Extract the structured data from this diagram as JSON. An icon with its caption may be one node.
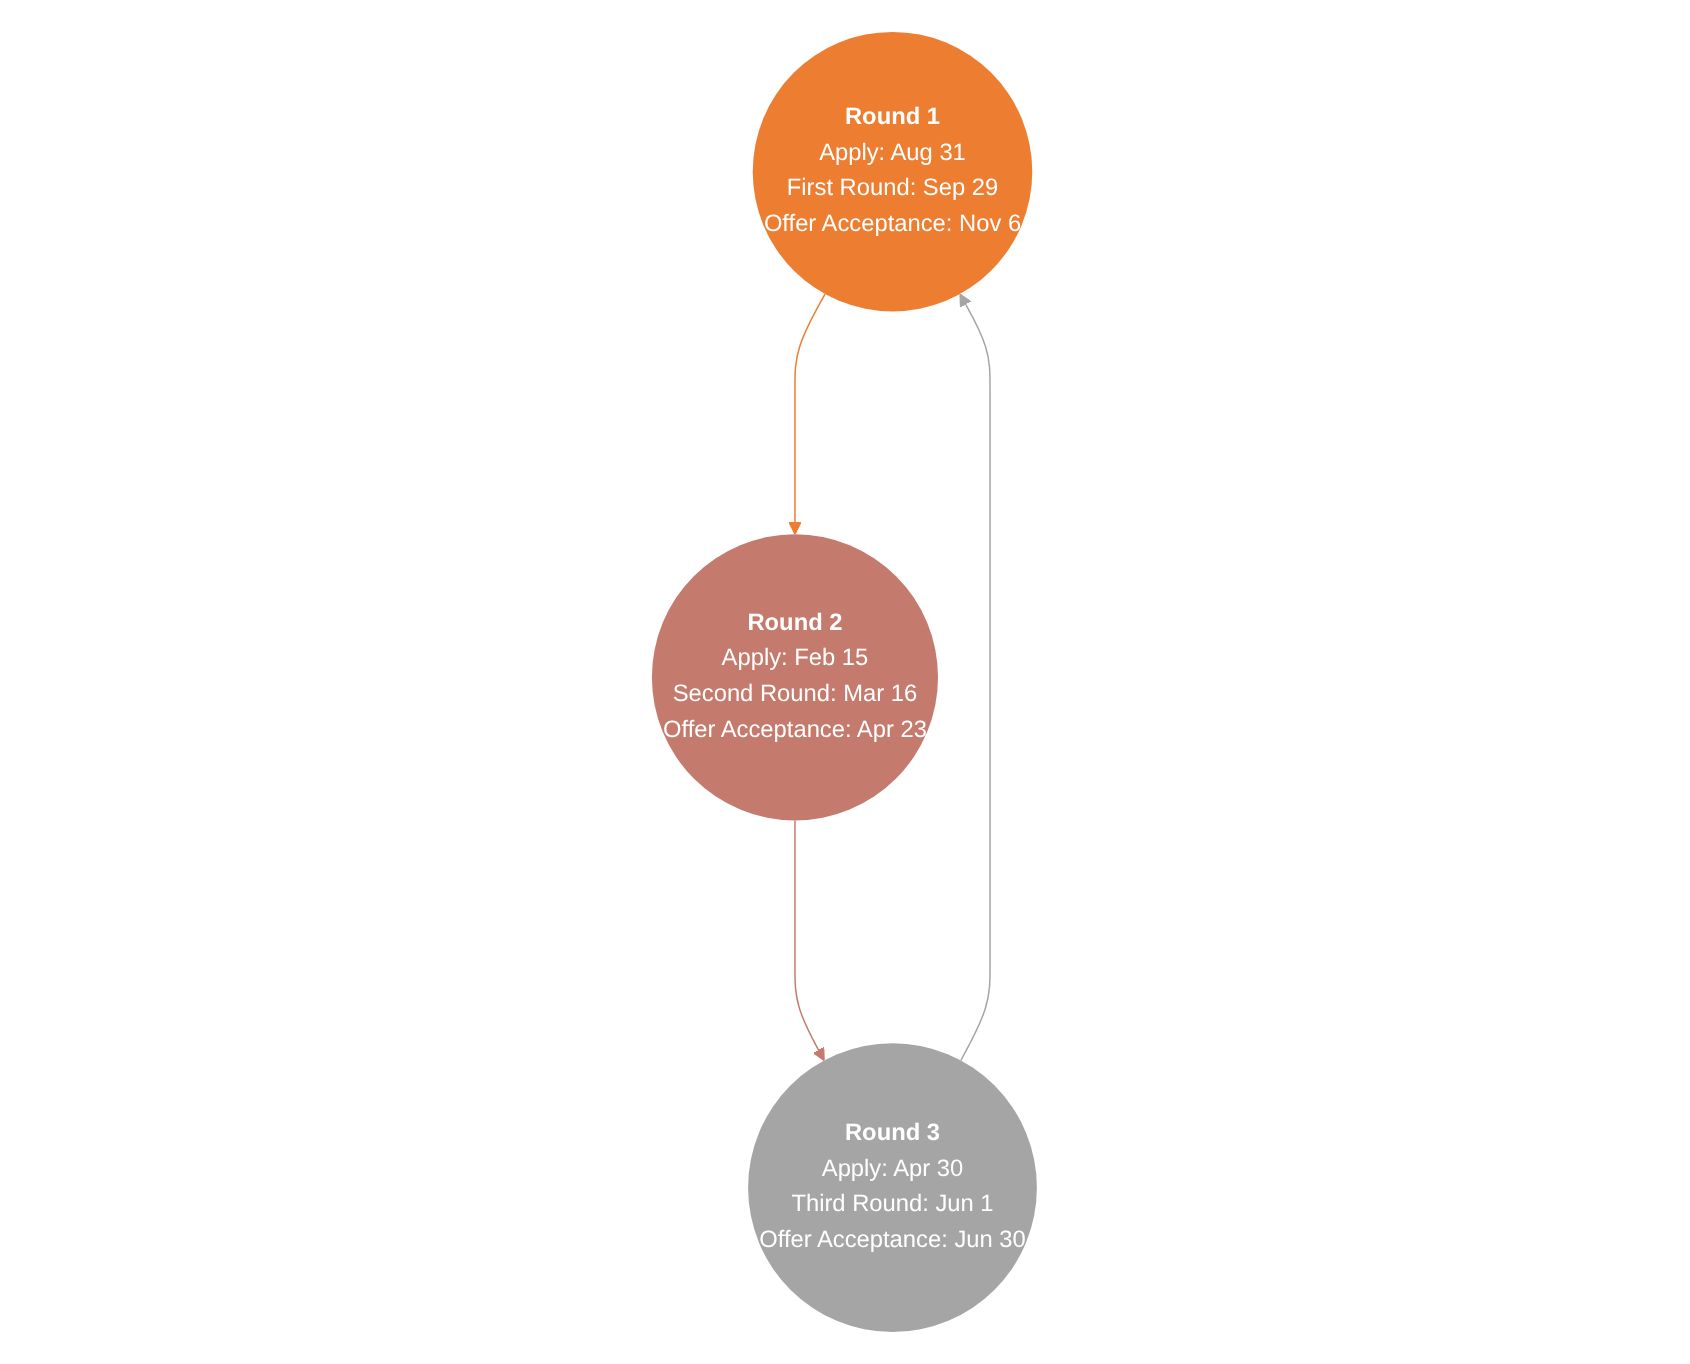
{
  "diagram": {
    "nodes": [
      {
        "text": [
          "Round 1",
          "Apply: Aug 31",
          "First Round: Sep 29",
          "Offer Acceptance: Nov 6"
        ]
      },
      {
        "text": [
          "Round 2",
          "Apply: Feb 15",
          "Second Round: Mar 16",
          "Offer Acceptance: Apr 23"
        ]
      },
      {
        "text": [
          "Round 3",
          "Apply: Apr 30",
          "Third Round: Jun 1",
          "Offer Acceptance: Jun 30"
        ]
      }
    ],
    "edges": [
      {
        "from": 0,
        "to": 1,
        "arrow": "to",
        "color": "#ed7d31"
      },
      {
        "from": 1,
        "to": 2,
        "arrow": "to",
        "color": "#c47b6d"
      },
      {
        "from": 2,
        "to": 0,
        "arrow": "to",
        "color": "#a5a5a5"
      }
    ]
  }
}
